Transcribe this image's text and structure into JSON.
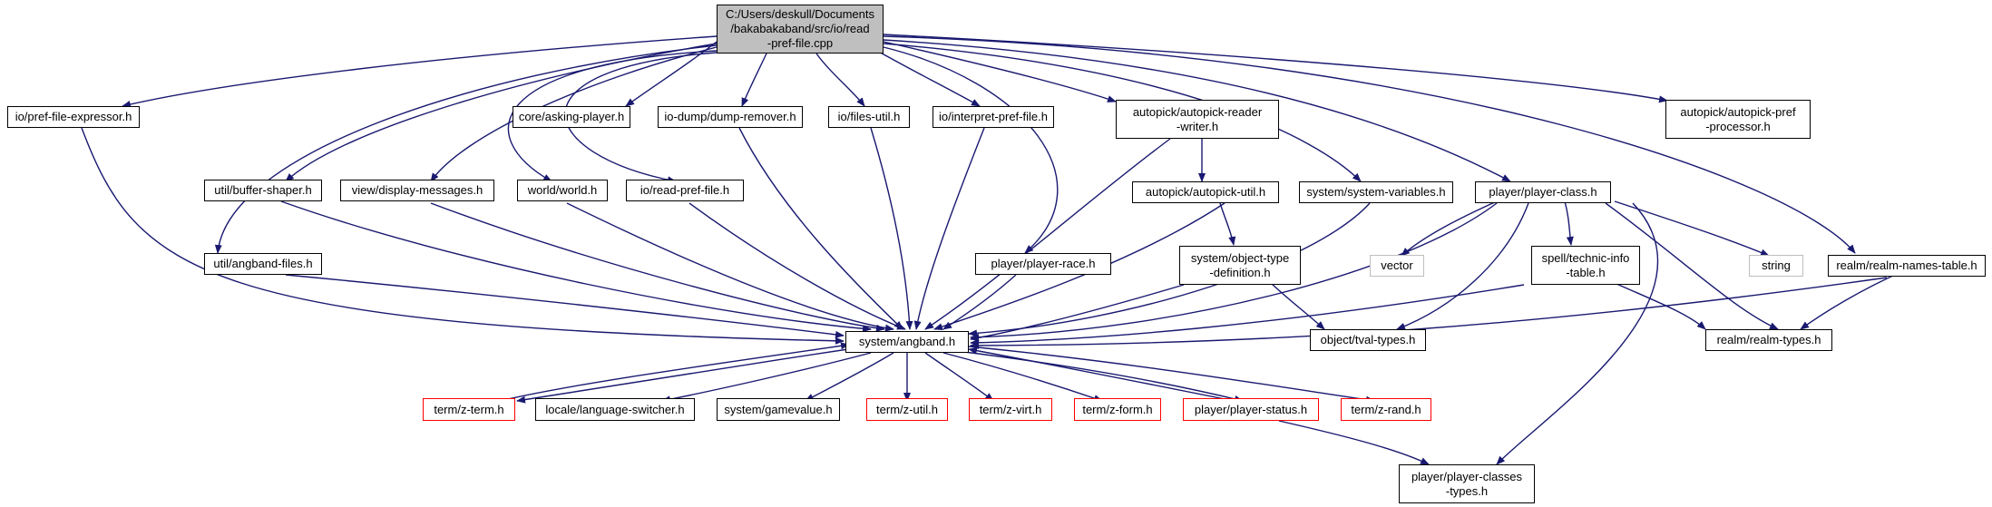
{
  "colors": {
    "edge": "#191970",
    "node_border": "#000000",
    "root_fill": "#bfbfbf",
    "truncated_border": "#ff0000",
    "external_border": "#bfbfbf"
  },
  "nodes": {
    "root": "C:/Users/deskull/Documents\n/bakabakaband/src/io/read\n-pref-file.cpp",
    "pref_file_expressor": "io/pref-file-expressor.h",
    "asking_player": "core/asking-player.h",
    "dump_remover": "io-dump/dump-remover.h",
    "files_util": "io/files-util.h",
    "interpret_pref_file": "io/interpret-pref-file.h",
    "autopick_reader_writer": "autopick/autopick-reader\n-writer.h",
    "autopick_pref_processor": "autopick/autopick-pref\n-processor.h",
    "buffer_shaper": "util/buffer-shaper.h",
    "display_messages": "view/display-messages.h",
    "world": "world/world.h",
    "read_pref_file_h": "io/read-pref-file.h",
    "autopick_util": "autopick/autopick-util.h",
    "system_variables": "system/system-variables.h",
    "player_class": "player/player-class.h",
    "angband_files": "util/angband-files.h",
    "player_race": "player/player-race.h",
    "object_type_definition": "system/object-type\n-definition.h",
    "vector": "vector",
    "technic_info_table": "spell/technic-info\n-table.h",
    "string": "string",
    "realm_names_table": "realm/realm-names-table.h",
    "system_angband": "system/angband.h",
    "tval_types": "object/tval-types.h",
    "realm_types": "realm/realm-types.h",
    "z_term": "term/z-term.h",
    "language_switcher": "locale/language-switcher.h",
    "gamevalue": "system/gamevalue.h",
    "z_util": "term/z-util.h",
    "z_virt": "term/z-virt.h",
    "z_form": "term/z-form.h",
    "player_status": "player/player-status.h",
    "z_rand": "term/z-rand.h",
    "player_classes_types": "player/player-classes\n-types.h"
  }
}
